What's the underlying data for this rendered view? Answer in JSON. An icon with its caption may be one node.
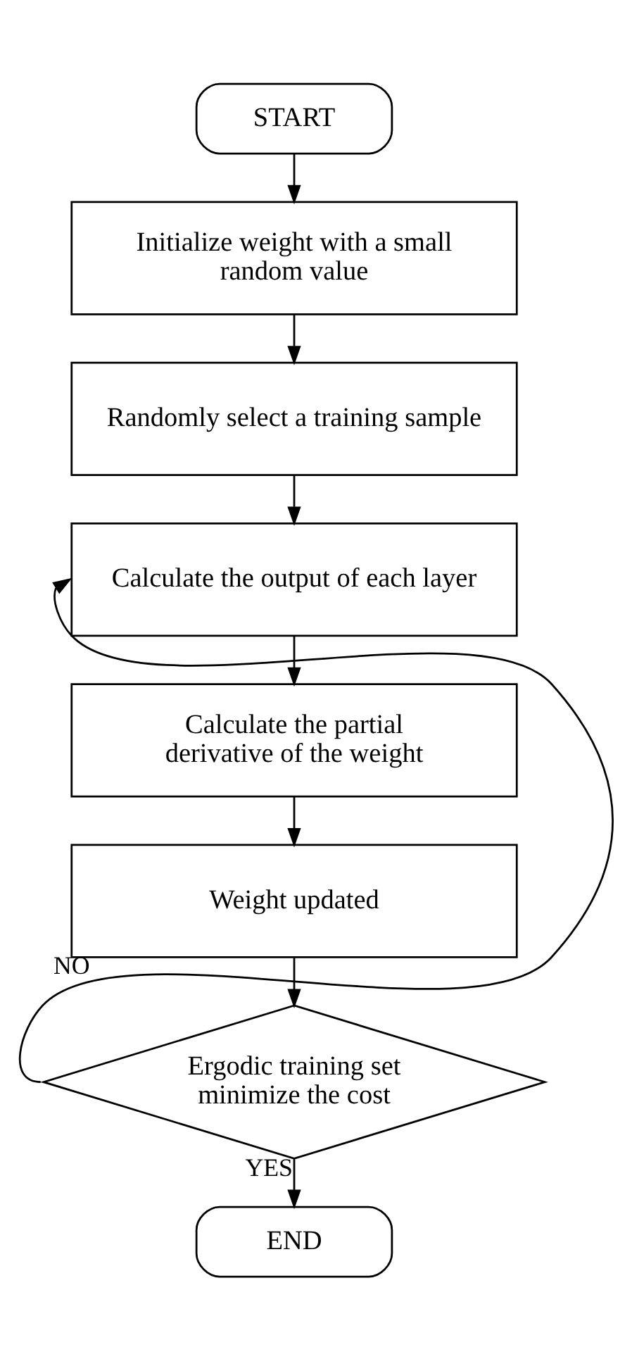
{
  "diagram": {
    "nodes": [
      {
        "text": [
          "START"
        ]
      },
      {
        "text": [
          "Initialize weight with a small random value"
        ]
      },
      {
        "text": [
          "Randomly select a training sample"
        ]
      },
      {
        "text": [
          "Calculate the output of each layer"
        ]
      },
      {
        "text": [
          "Calculate the partial derivative of the weight"
        ]
      },
      {
        "text": [
          "Weight updated"
        ]
      },
      {
        "text": [
          "Ergodic training set minimize the cost"
        ]
      },
      {
        "text": [
          "END"
        ]
      }
    ],
    "edges": [
      {
        "from": 0,
        "to": 1,
        "arrow": "to"
      },
      {
        "from": 1,
        "to": 2,
        "arrow": "to"
      },
      {
        "from": 2,
        "to": 3,
        "arrow": "to"
      },
      {
        "from": 3,
        "to": 4,
        "arrow": "to"
      },
      {
        "from": 4,
        "to": 5,
        "arrow": "to"
      },
      {
        "from": 5,
        "to": 6,
        "arrow": "to"
      },
      {
        "from": 6,
        "to": 3,
        "label": "NO",
        "arrow": "to"
      },
      {
        "from": 6,
        "to": 7,
        "label": "YES",
        "arrow": "to"
      }
    ]
  }
}
